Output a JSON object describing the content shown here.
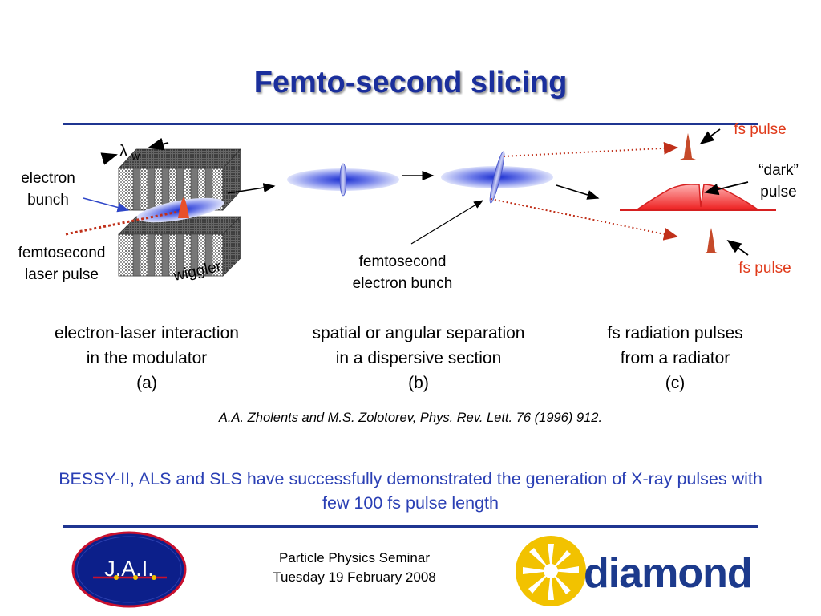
{
  "slide": {
    "title": "Femto-second slicing",
    "labels": {
      "electron_bunch": "electron\nbunch",
      "femtosecond_laser_pulse": "femtosecond\nlaser pulse",
      "wiggler": "wiggler",
      "lambda_w": "λ",
      "lambda_w_sub": "W",
      "femtosecond_electron_bunch": "femtosecond\nelectron bunch",
      "fs_pulse_top": "fs pulse",
      "dark_pulse": "“dark”\npulse",
      "fs_pulse_bottom": "fs pulse"
    },
    "captions": [
      {
        "line1": "electron-laser interaction",
        "line2": "in the modulator",
        "line3": "(a)"
      },
      {
        "line1": "spatial or angular separation",
        "line2": "in a dispersive section",
        "line3": "(b)"
      },
      {
        "line1": "fs radiation pulses",
        "line2": "from a radiator",
        "line3": "(c)"
      }
    ],
    "citation": "A.A. Zholents and M.S. Zolotorev, Phys. Rev. Lett. 76 (1996) 912.",
    "summary": "BESSY-II, ALS and SLS have successfully demonstrated the generation of X-ray pulses with few 100 fs pulse length",
    "footer": {
      "line1": "Particle Physics Seminar",
      "line2": "Tuesday 19 February 2008"
    },
    "logos": {
      "left": "J.A.I.",
      "right": "diamond"
    },
    "colors": {
      "title": "#1b2f9c",
      "rule": "#1f3591",
      "accent_red": "#e03a1a",
      "summary": "#2a3fb4",
      "logo_yellow": "#f2c200"
    }
  }
}
